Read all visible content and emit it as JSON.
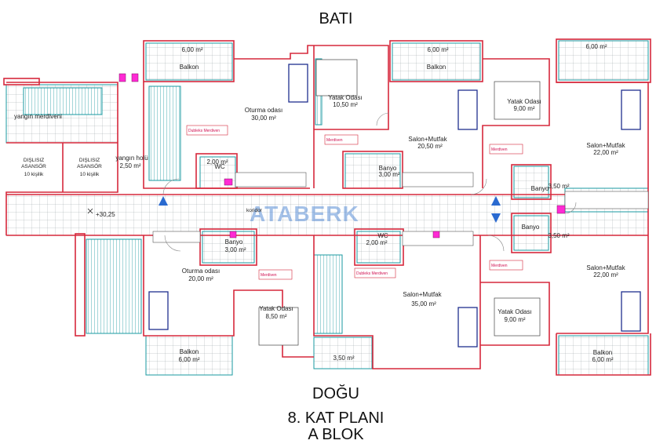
{
  "header": {
    "west_label": "BATI"
  },
  "footer": {
    "east_label": "DOĞU",
    "title_line1": "8. KAT PLANI",
    "title_line2": "A BLOK"
  },
  "watermark": {
    "brand": "ATABERK"
  },
  "level": {
    "elevation": "+30,25"
  },
  "rooms": {
    "balkon_nw": {
      "area": "6,00 m²",
      "name": "Balkon"
    },
    "balkon_nc": {
      "area": "6,00 m²",
      "name": "Balkon"
    },
    "balkon_ne": {
      "area": "6,00 m²"
    },
    "oturma_nw": {
      "name": "Oturma odası",
      "area": "30,00 m²"
    },
    "yatak_nc": {
      "name": "Yatak Odası",
      "area": "10,50 m²"
    },
    "yatak_ne": {
      "name": "Yatak Odası",
      "area": "9,00 m²"
    },
    "salon_nc": {
      "name": "Salon+Mutfak",
      "area": "20,50 m²"
    },
    "salon_ne": {
      "name": "Salon+Mutfak",
      "area": "22,00 m²"
    },
    "yangin_merdiveni": {
      "name": "yangın merdiveni"
    },
    "asansor_1": {
      "line1": "DIŞLISIZ",
      "line2": "ASANSÖR",
      "line3": "10 kişilik"
    },
    "asansor_2": {
      "line1": "DIŞLISIZ",
      "line2": "ASANSÖR",
      "line3": "10 kişilik"
    },
    "yangin_holu": {
      "name": "yangın holü",
      "area": "2,50 m²"
    },
    "wc_n": {
      "area": "2,00 m²",
      "name": "WC"
    },
    "banyo_nc": {
      "name": "Banyo",
      "area": "3,00 m²"
    },
    "banyo_ne": {
      "name": "Banyo",
      "area": "3,50 m²"
    },
    "koridor": {
      "name": "koridor"
    },
    "banyo_se": {
      "name": "Banyo",
      "area": "3,50 m²"
    },
    "banyo_sw": {
      "name": "Banyo",
      "area": "3,00 m²"
    },
    "wc_s": {
      "name": "WC",
      "area": "2,00 m²"
    },
    "oturma_sw": {
      "name": "Oturma odası",
      "area": "20,00 m²"
    },
    "salon_sc": {
      "name": "Salon+Mutfak",
      "area": "35,00 m²"
    },
    "salon_se": {
      "name": "Salon+Mutfak",
      "area": "22,00 m²"
    },
    "yatak_sw": {
      "name": "Yatak Odası",
      "area": "8,50 m²"
    },
    "yatak_se": {
      "name": "Yatak Odası",
      "area": "9,00 m²"
    },
    "balkon_sw": {
      "name": "Balkon",
      "area": "6,00 m²"
    },
    "balkon_sc": {
      "area": "3,50 m²"
    },
    "balkon_se": {
      "name": "Balkon",
      "area": "6,00 m²"
    }
  },
  "notes": {
    "dublex_n": "Dubleks Merdiven",
    "dublex_s": "Dubleks Merdiven",
    "merdiven": "Merdiven"
  },
  "colors": {
    "wall": "#d6283c",
    "tile": "#1a9aa0",
    "fixture": "#1f2f8f",
    "accent": "#ff2ad4",
    "logo": "#5b8fd6"
  }
}
